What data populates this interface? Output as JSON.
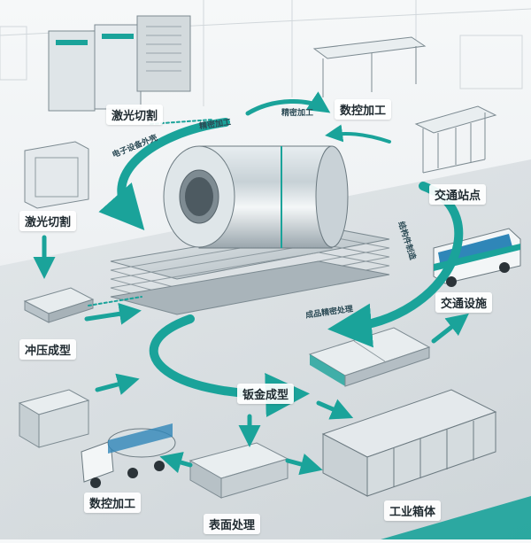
{
  "labels": {
    "laser_top": "激光切割",
    "cnc_top": "数控加工",
    "transport_top": "交通站点",
    "laser_left": "激光切割",
    "transport_right": "交通设施",
    "stamping": "冲压成型",
    "cnc_bottom": "数控加工",
    "surface": "表面处理",
    "industrial": "工业箱体",
    "sheet_metal": "钣金成型"
  },
  "arrow_texts": {
    "top_left": "电子设备外壳",
    "top_mid": "精密加工",
    "top_right": "精密加工",
    "right_vertical": "结构件制造",
    "right_curve": "成品精密处理"
  },
  "colors": {
    "accent": "#1aa39a",
    "accent_light": "#5cc9c0",
    "steel": "#b9c3c9"
  }
}
